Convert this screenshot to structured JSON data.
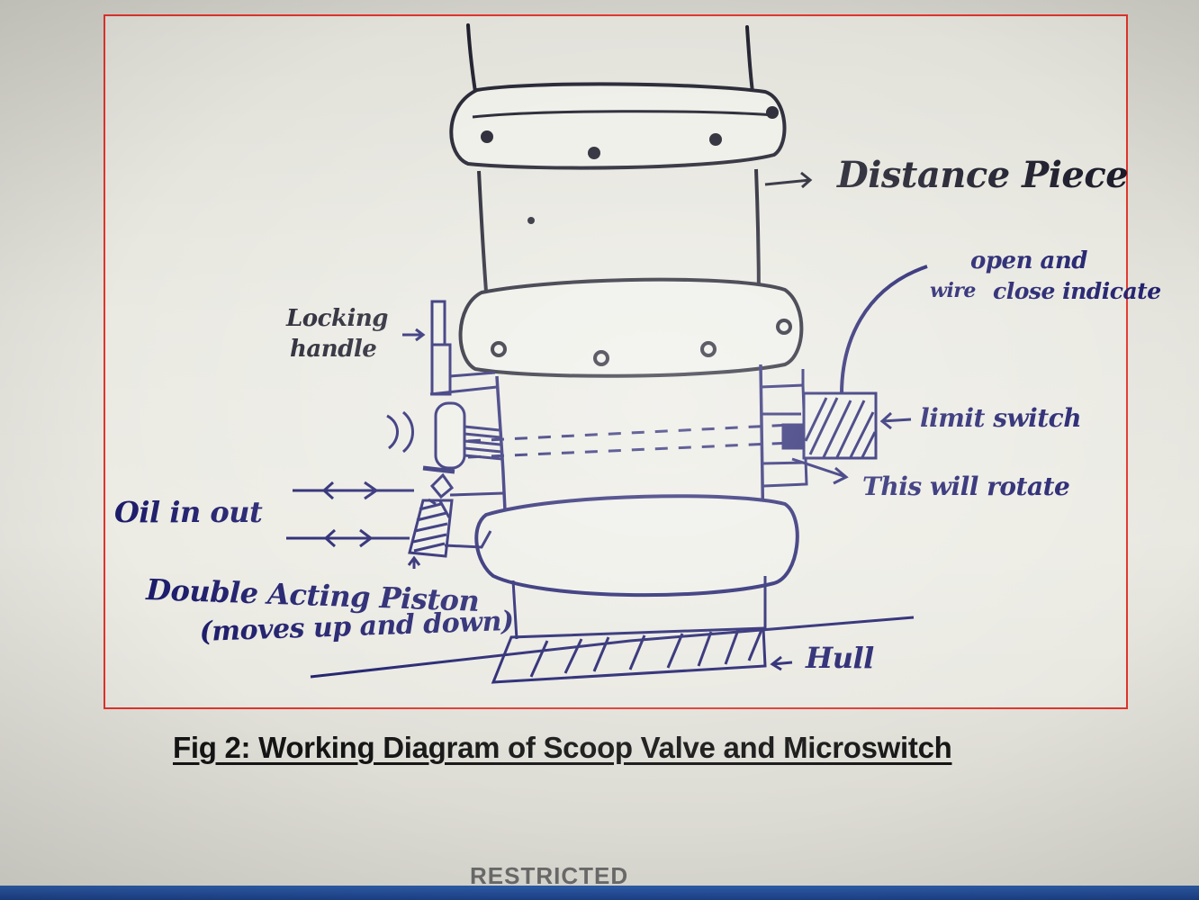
{
  "diagram": {
    "labels": {
      "distance_piece": "Distance Piece",
      "open_close_line1": "open and",
      "open_close_line2_a": "wire",
      "open_close_line2_b": "close indicate",
      "locking_line1": "Locking",
      "locking_line2": "handle",
      "limit_switch": "limit switch",
      "this_will_rotate": "This will rotate",
      "oil_in_out": "Oil in out",
      "double_acting_line1": "Double Acting Piston",
      "double_acting_line2": "(moves up and down)",
      "hull": "Hull"
    },
    "colors": {
      "ink_black": "#1b1b2a",
      "ink_blue": "#1d1c6b",
      "frame_red": "#e0342b"
    }
  },
  "caption": "Fig 2: Working Diagram of Scoop Valve and Microswitch",
  "footer": "RESTRICTED"
}
